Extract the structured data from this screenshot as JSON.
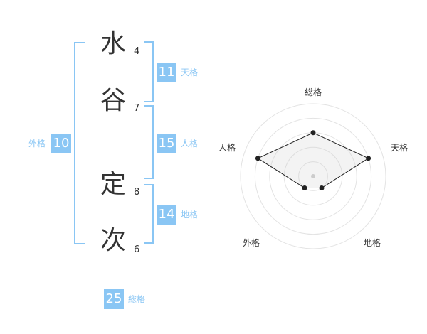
{
  "name": {
    "chars": [
      {
        "char": "水",
        "strokes": "4"
      },
      {
        "char": "谷",
        "strokes": "7"
      },
      {
        "char": "定",
        "strokes": "8"
      },
      {
        "char": "次",
        "strokes": "6"
      }
    ]
  },
  "grids": {
    "tenkaku": {
      "value": "11",
      "label": "天格"
    },
    "jinkaku": {
      "value": "15",
      "label": "人格"
    },
    "chikaku": {
      "value": "14",
      "label": "地格"
    },
    "gaikaku": {
      "value": "10",
      "label": "外格"
    },
    "soukaku": {
      "value": "25",
      "label": "総格"
    }
  },
  "colors": {
    "accent": "#8ac6f4",
    "text": "#333333"
  },
  "chart_data": {
    "type": "radar",
    "axes": [
      "総格",
      "天格",
      "地格",
      "外格",
      "人格"
    ],
    "values": [
      3,
      4,
      1,
      1,
      4
    ],
    "rmax": 5
  }
}
